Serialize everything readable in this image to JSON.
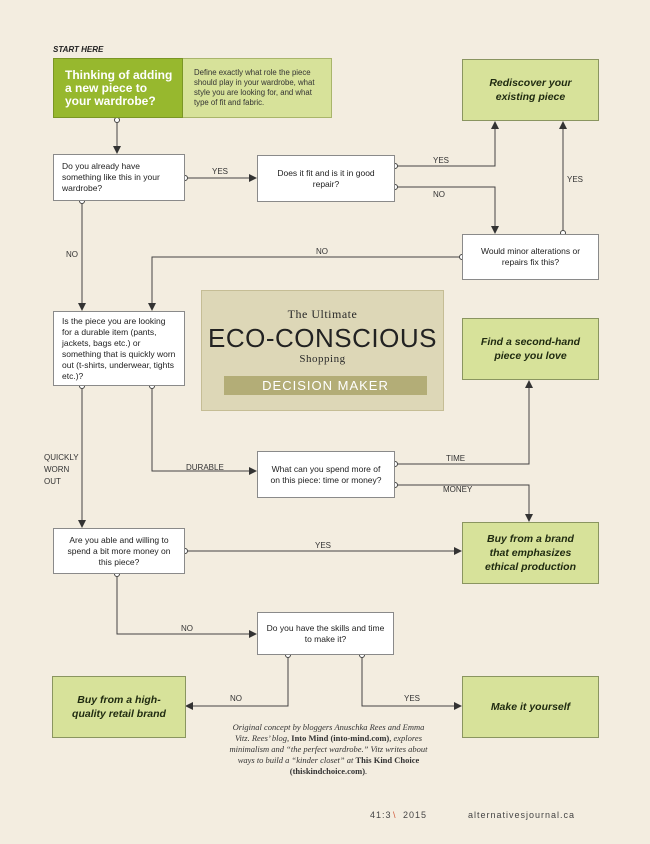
{
  "start": {
    "label": "START HERE",
    "question": "Thinking of adding a new piece to your wardrobe?",
    "description": "Define exactly what role the piece should play in your wardrobe, what style you are looking for, and what type of fit and fabric."
  },
  "title": {
    "line1": "The Ultimate",
    "line2": "ECO-CONSCIOUS",
    "line3": "Shopping",
    "line4": "DECISION MAKER"
  },
  "nodes": {
    "q_have": "Do you already have something like this in your wardrobe?",
    "q_fit": "Does it fit and is it in good repair?",
    "q_alter": "Would minor alterations or repairs fix this?",
    "q_durable": "Is the piece you are looking for a durable item (pants, jackets, bags etc.) or something that is quickly worn out (t-shirts, underwear, tights etc.)?",
    "q_spend": "What can you spend more of on this piece: time or money?",
    "q_money": "Are you able and willing to spend a bit more money on this piece?",
    "q_skills": "Do you have the skills and time to make it?"
  },
  "results": {
    "rediscover": "Rediscover your existing piece",
    "secondhand": "Find a second-hand piece you love",
    "ethical": "Buy from a brand that emphasizes ethical production",
    "highquality": "Buy from a high-quality retail brand",
    "make": "Make it yourself"
  },
  "edge_labels": {
    "yes": "YES",
    "no": "NO",
    "quickly": "QUICKLY WORN OUT",
    "durable": "DURABLE",
    "time": "TIME",
    "money": "MONEY"
  },
  "credit": {
    "p1": "Original concept by bloggers Anuschka Rees and Emma Vitz. Rees’ blog, ",
    "b1": "Into Mind (into-mind.com)",
    "p2": ", explores minimalism and “the perfect wardrobe.” Vitz writes about ways to build a “kinder closet” at ",
    "b2": "This Kind Choice (thiskindchoice.com)",
    "p3": "."
  },
  "footer": {
    "issue": "41:3",
    "sep": "\\",
    "year": "2015",
    "site": "alternativesjournal.ca"
  },
  "colors": {
    "background": "#f3ede0",
    "start_green": "#97b82e",
    "result_green": "#d7e29a",
    "title_box": "#ddd7b7",
    "title_band": "#b3ad77",
    "footer_slash": "#d05a3a"
  }
}
